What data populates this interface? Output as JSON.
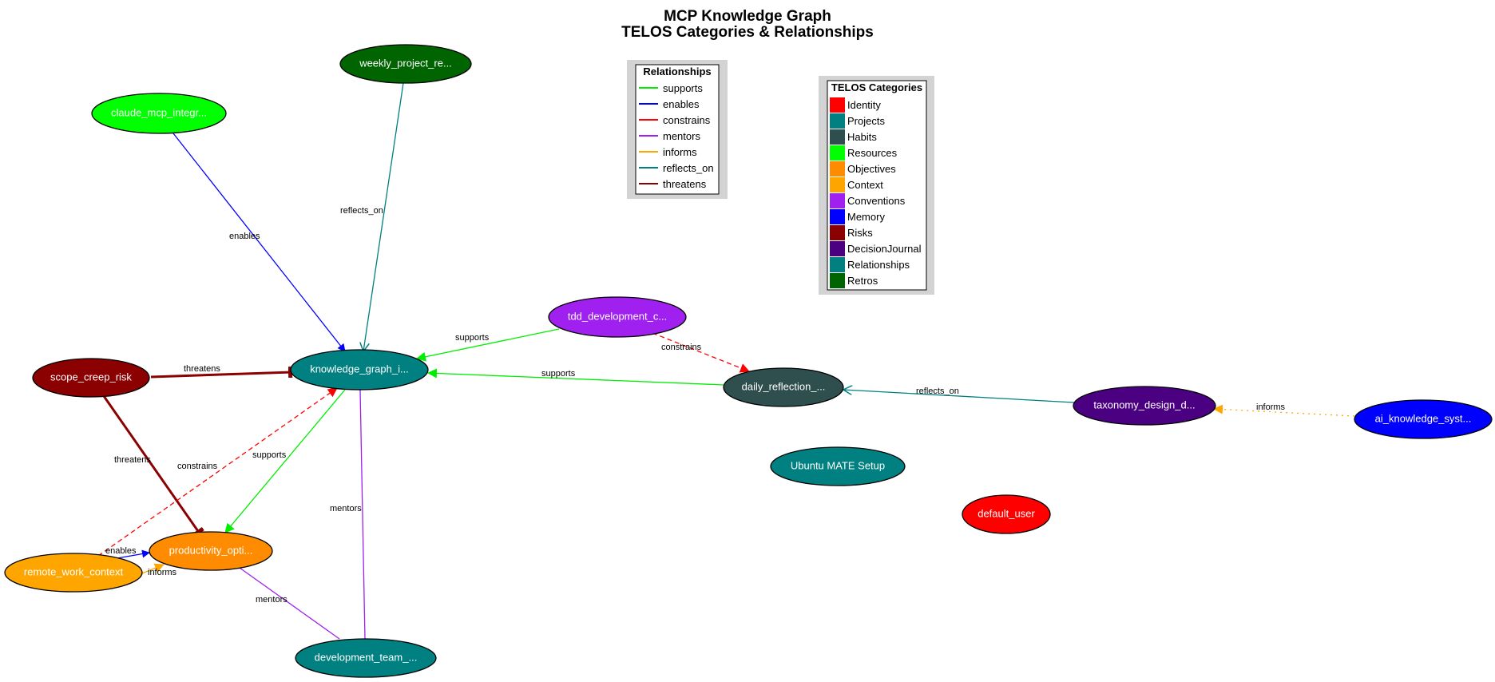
{
  "title": {
    "line1": "MCP Knowledge Graph",
    "line2": "TELOS Categories & Relationships"
  },
  "relationships_legend": {
    "title": "Relationships",
    "items": [
      {
        "label": "supports",
        "color": "#00ee00"
      },
      {
        "label": "enables",
        "color": "#0000ff"
      },
      {
        "label": "constrains",
        "color": "#ff0000"
      },
      {
        "label": "mentors",
        "color": "#a020f0"
      },
      {
        "label": "informs",
        "color": "#ffa500"
      },
      {
        "label": "reflects_on",
        "color": "#008080"
      },
      {
        "label": "threatens",
        "color": "#8b0000"
      }
    ]
  },
  "categories_legend": {
    "title": "TELOS Categories",
    "items": [
      {
        "label": "Identity",
        "color": "#ff0000"
      },
      {
        "label": "Projects",
        "color": "#008080"
      },
      {
        "label": "Habits",
        "color": "#2f4f4f"
      },
      {
        "label": "Resources",
        "color": "#00ff00"
      },
      {
        "label": "Objectives",
        "color": "#ff8c00"
      },
      {
        "label": "Context",
        "color": "#ffa500"
      },
      {
        "label": "Conventions",
        "color": "#a020f0"
      },
      {
        "label": "Memory",
        "color": "#0000ff"
      },
      {
        "label": "Risks",
        "color": "#8b0000"
      },
      {
        "label": "DecisionJournal",
        "color": "#4b0082"
      },
      {
        "label": "Relationships",
        "color": "#008080"
      },
      {
        "label": "Retros",
        "color": "#006400"
      }
    ]
  },
  "nodes": [
    {
      "id": "weekly_project",
      "label": "weekly_project_re...",
      "color": "#006400"
    },
    {
      "id": "claude_mcp",
      "label": "claude_mcp_integr...",
      "color": "#00ff00"
    },
    {
      "id": "knowledge_graph",
      "label": "knowledge_graph_i...",
      "color": "#008080"
    },
    {
      "id": "scope_creep",
      "label": "scope_creep_risk",
      "color": "#8b0000"
    },
    {
      "id": "tdd_development",
      "label": "tdd_development_c...",
      "color": "#a020f0"
    },
    {
      "id": "daily_reflection",
      "label": "daily_reflection_...",
      "color": "#2f4f4f"
    },
    {
      "id": "taxonomy_design",
      "label": "taxonomy_design_d...",
      "color": "#4b0082"
    },
    {
      "id": "ai_knowledge",
      "label": "ai_knowledge_syst...",
      "color": "#0000ff"
    },
    {
      "id": "ubuntu_mate",
      "label": "Ubuntu MATE Setup",
      "color": "#008080"
    },
    {
      "id": "default_user",
      "label": "default_user",
      "color": "#ff0000"
    },
    {
      "id": "productivity",
      "label": "productivity_opti...",
      "color": "#ff8c00"
    },
    {
      "id": "remote_work",
      "label": "remote_work_context",
      "color": "#ffa500"
    },
    {
      "id": "development_team",
      "label": "development_team_...",
      "color": "#008080"
    }
  ],
  "edges": [
    {
      "from": "claude_mcp",
      "to": "knowledge_graph",
      "label": "enables",
      "color": "#0000ff"
    },
    {
      "from": "weekly_project",
      "to": "knowledge_graph",
      "label": "reflects_on",
      "color": "#008080"
    },
    {
      "from": "tdd_development",
      "to": "knowledge_graph",
      "label": "supports",
      "color": "#00ee00"
    },
    {
      "from": "scope_creep",
      "to": "knowledge_graph",
      "label": "threatens",
      "color": "#8b0000"
    },
    {
      "from": "tdd_development",
      "to": "daily_reflection",
      "label": "constrains",
      "color": "#ff0000"
    },
    {
      "from": "daily_reflection",
      "to": "knowledge_graph",
      "label": "supports",
      "color": "#00ee00"
    },
    {
      "from": "taxonomy_design",
      "to": "daily_reflection",
      "label": "reflects_on",
      "color": "#008080"
    },
    {
      "from": "ai_knowledge",
      "to": "taxonomy_design",
      "label": "informs",
      "color": "#ffa500"
    },
    {
      "from": "scope_creep",
      "to": "productivity",
      "label": "threatens",
      "color": "#8b0000"
    },
    {
      "from": "remote_work",
      "to": "knowledge_graph",
      "label": "constrains",
      "color": "#ff0000"
    },
    {
      "from": "knowledge_graph",
      "to": "productivity",
      "label": "supports",
      "color": "#00ee00"
    },
    {
      "from": "development_team",
      "to": "knowledge_graph",
      "label": "mentors",
      "color": "#a020f0"
    },
    {
      "from": "remote_work",
      "to": "productivity",
      "label": "enables",
      "color": "#0000ff"
    },
    {
      "from": "remote_work",
      "to": "productivity",
      "label": "informs",
      "color": "#ffa500"
    },
    {
      "from": "development_team",
      "to": "productivity",
      "label": "mentors",
      "color": "#a020f0"
    }
  ]
}
